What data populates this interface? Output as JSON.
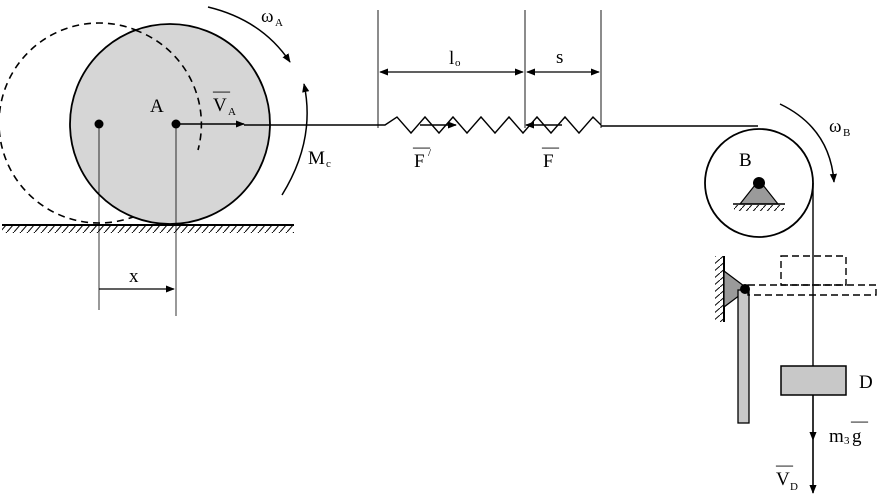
{
  "colors": {
    "line": "#000000",
    "disc_fill": "#d6d6d6",
    "block_fill": "#c8c8c8",
    "pivot_fill": "#9a9a9a",
    "background": "#ffffff"
  },
  "labels": {
    "point_a": "A",
    "omega_a": {
      "main": "ω",
      "sub": "A"
    },
    "velocity_a": {
      "main": "V",
      "sub": "A",
      "bar": "—"
    },
    "moment": {
      "main": "M",
      "sub": "c"
    },
    "length_l0": {
      "main": "l",
      "sub": "o"
    },
    "stretch_s": "s",
    "force_f_prime": {
      "main": "F",
      "sup": "/",
      "bar": "—"
    },
    "force_f": {
      "main": "F",
      "bar": "—"
    },
    "point_b": "B",
    "omega_b": {
      "main": "ω",
      "sub": "B"
    },
    "displacement_x": "x",
    "block_d": "D",
    "weight": {
      "main": "m",
      "sub": "3",
      "g": "g",
      "bar": "—"
    },
    "velocity_d": {
      "main": "V",
      "sub": "D",
      "bar": "—"
    }
  },
  "icons": [
    "ground-hatch-icon",
    "pivot-triangle-icon",
    "wall-hatch-icon",
    "arrowhead-icon"
  ]
}
